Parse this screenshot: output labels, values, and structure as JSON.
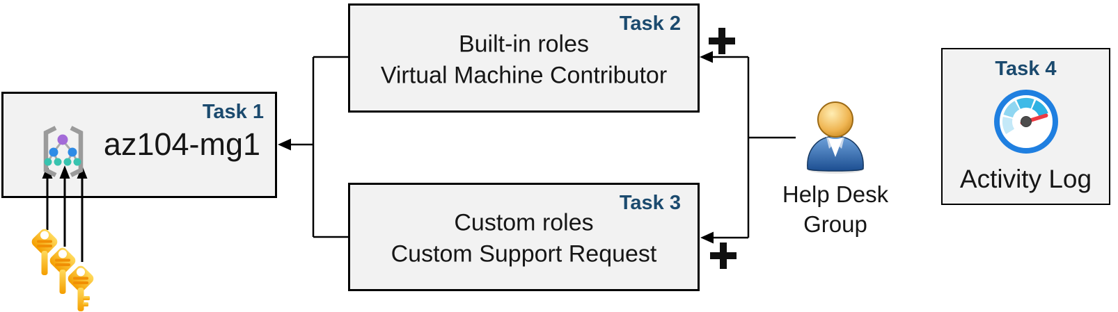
{
  "colors": {
    "task_badge_blue": "#1b4a6e",
    "box_fill": "#f2f2f2",
    "box_border": "#000000",
    "connector_black": "#000000",
    "key_gold": "#ffc93e",
    "key_bar_orange": "#f08f04",
    "person_body_blue": "#2d66a8",
    "person_head_gold": "#e8a93c",
    "gauge_ring_blue": "#1f7fe0",
    "gauge_needle_red": "#ee3b43",
    "mg_root_purple": "#a36bd8",
    "mg_node_blue": "#2e8be6",
    "mg_leaf_teal": "#38c3af",
    "mg_bracket_gray": "#9b9b9b"
  },
  "boxes": {
    "task1": {
      "badge": "Task 1",
      "label": "az104-mg1",
      "icon": "management-group-icon"
    },
    "task2": {
      "badge": "Task 2",
      "line1": "Built-in roles",
      "line2": "Virtual Machine Contributor"
    },
    "task3": {
      "badge": "Task 3",
      "line1": "Custom roles",
      "line2": "Custom Support Request"
    },
    "task4": {
      "badge": "Task 4",
      "label": "Activity Log",
      "icon": "activity-log-gauge-icon"
    }
  },
  "actor": {
    "label_line1": "Help Desk",
    "label_line2": "Group",
    "icon": "person-icon"
  },
  "decorations": {
    "keys_icon": "keys-icon",
    "key_arrow_count": 3,
    "plus_icons": [
      "plus-icon-top",
      "plus-icon-bottom"
    ]
  }
}
